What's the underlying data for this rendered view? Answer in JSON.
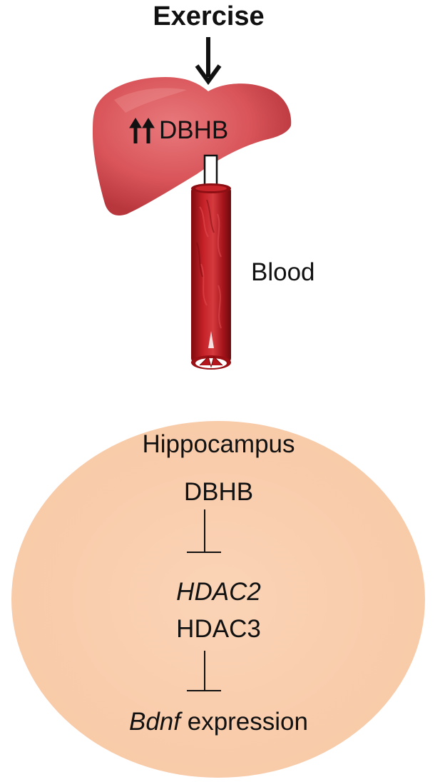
{
  "trigger": {
    "label": "Exercise"
  },
  "liver": {
    "label": "DBHB",
    "indicator_icon": "double-up-arrow-icon"
  },
  "blood": {
    "label": "Blood"
  },
  "hippocampus": {
    "title": "Hippocampus",
    "molecule": "DBHB",
    "target_1": "HDAC2",
    "target_2": "HDAC3",
    "output_gene": "Bdnf",
    "output_suffix": " expression",
    "inhibition_icon": "inhibition-bar-icon"
  },
  "colors": {
    "liver": "#d9555a",
    "vessel": "#b3161c",
    "oval_fill": "#f9ceaf",
    "text": "#111111"
  }
}
